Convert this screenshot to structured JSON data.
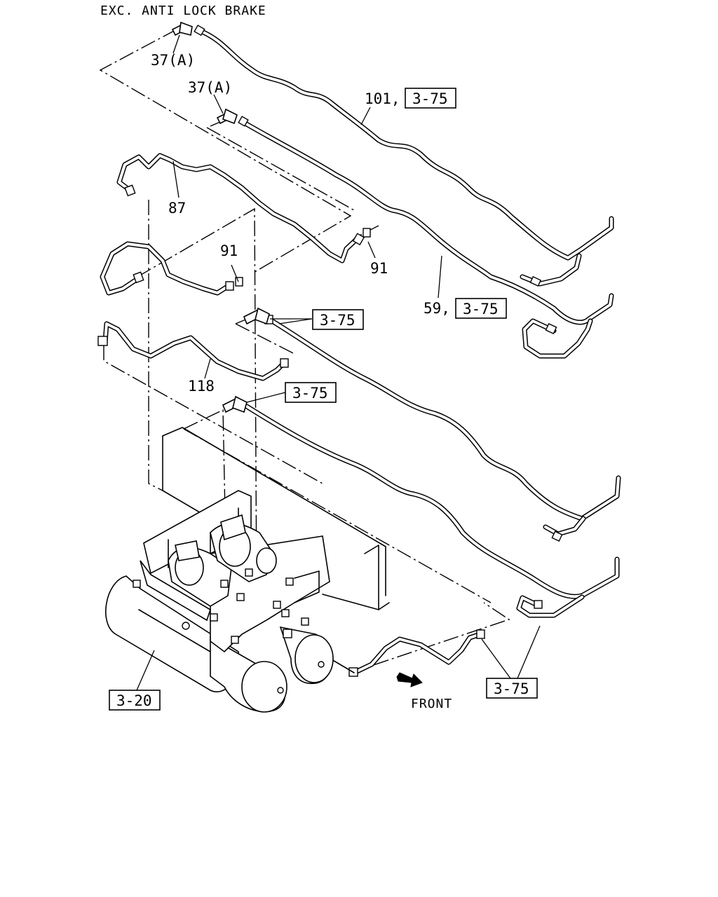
{
  "title": "EXC. ANTI LOCK BRAKE",
  "callouts": {
    "c37a_top": "37(A)",
    "c37a_mid": "37(A)",
    "c101": "101,",
    "c101_ref": "3-75",
    "c87": "87",
    "c91_left": "91",
    "c91_right": "91",
    "c59": "59,",
    "c59_ref": "3-75",
    "ref_mid": "3-75",
    "c118": "118",
    "ref_lower": "3-75",
    "ref_bottom": "3-75",
    "ref_tank": "3-20"
  },
  "direction_label": "FRONT",
  "colors": {
    "ink": "#000000",
    "paper": "#ffffff"
  }
}
